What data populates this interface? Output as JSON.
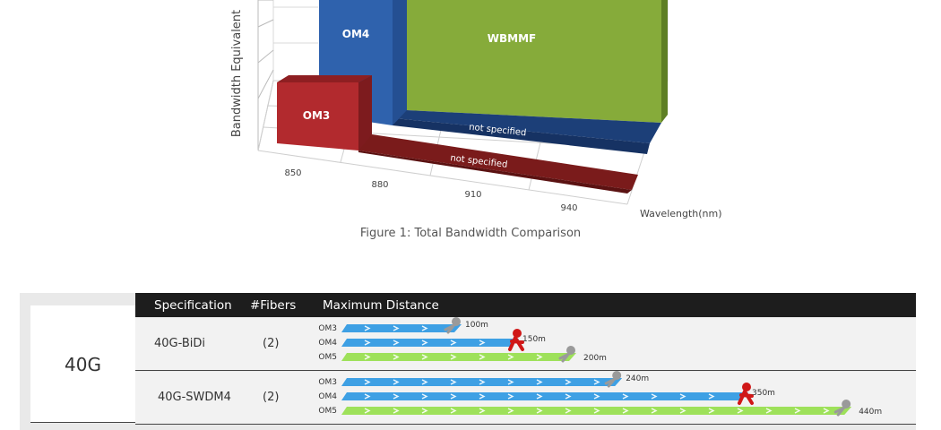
{
  "chart_data": [
    {
      "type": "bar",
      "style": "3d",
      "ylabel": "Bandwidth Equivalent",
      "xlabel": "Wavelength(nm)",
      "x_ticks": [
        "850",
        "880",
        "910",
        "940"
      ],
      "series": [
        {
          "name": "OM3",
          "color": "#b22a2e",
          "x_range": [
            850,
            880
          ],
          "not_specified_label": "not specified"
        },
        {
          "name": "OM4",
          "color": "#2f62ad",
          "x_range": [
            850,
            880
          ],
          "not_specified_label": "not specified"
        },
        {
          "name": "WBMMF",
          "color": "#86ab3a",
          "x_range": [
            850,
            940
          ]
        }
      ],
      "caption": "Figure 1: Total Bandwidth Comparison"
    },
    {
      "type": "table",
      "columns": [
        "Specification",
        "#Fibers",
        "Maximum Distance"
      ],
      "group_label": "40G",
      "rows": [
        {
          "spec": "40G-BiDi",
          "fibers": "(2)",
          "distances": [
            {
              "fiber": "OM3",
              "value_m": 100,
              "label": "100m",
              "color": "#3ea0e4"
            },
            {
              "fiber": "OM4",
              "value_m": 150,
              "label": "150m",
              "color": "#3ea0e4"
            },
            {
              "fiber": "OM5",
              "value_m": 200,
              "label": "200m",
              "color": "#9ee15a"
            }
          ]
        },
        {
          "spec": "40G-SWDM4",
          "fibers": "(2)",
          "distances": [
            {
              "fiber": "OM3",
              "value_m": 240,
              "label": "240m",
              "color": "#3ea0e4"
            },
            {
              "fiber": "OM4",
              "value_m": 350,
              "label": "350m",
              "color": "#3ea0e4"
            },
            {
              "fiber": "OM5",
              "value_m": 440,
              "label": "440m",
              "color": "#9ee15a"
            }
          ]
        }
      ]
    }
  ]
}
